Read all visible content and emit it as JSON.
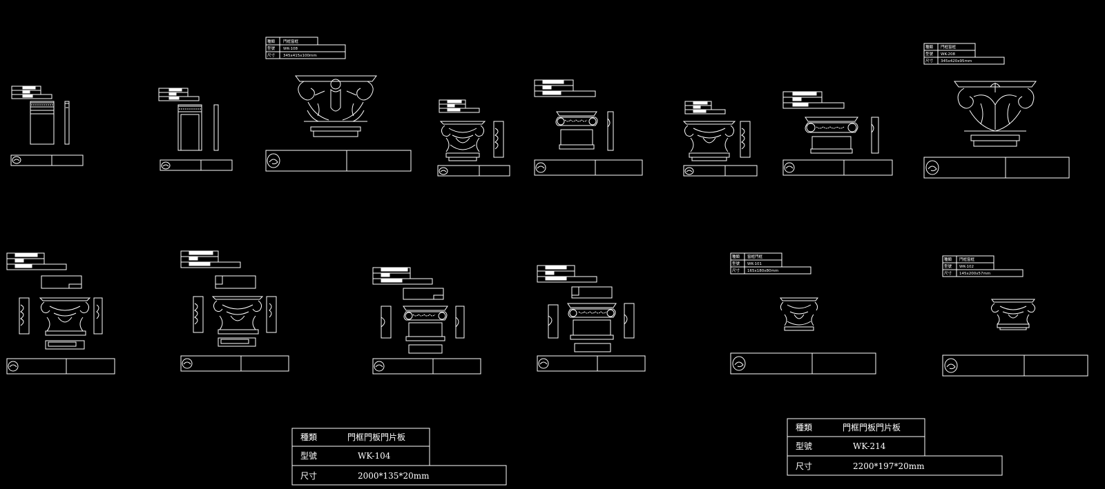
{
  "drawing": {
    "background": "#000000",
    "line_color": "#ffffff",
    "spec_tables_small": [
      {
        "id": "wk108",
        "row1_label": "種類",
        "row1_value": "門框窗框",
        "row2_label": "型號",
        "row2_value": "WK-108",
        "row3_label": "尺寸",
        "row3_value": "345x415x100mm"
      },
      {
        "id": "wk208",
        "row1_label": "種類",
        "row1_value": "門框窗框",
        "row2_label": "型號",
        "row2_value": "WK-208",
        "row3_label": "尺寸",
        "row3_value": "345x420x95mm"
      },
      {
        "id": "wk101",
        "row1_label": "種類",
        "row1_value": "窗框門框",
        "row2_label": "型號",
        "row2_value": "WK-101",
        "row3_label": "尺寸",
        "row3_value": "165x180x80mm"
      },
      {
        "id": "wk102",
        "row1_label": "種類",
        "row1_value": "門框窗框",
        "row2_label": "型號",
        "row2_value": "WK-102",
        "row3_label": "尺寸",
        "row3_value": "145x200x57mm"
      }
    ],
    "spec_tables_large": [
      {
        "id": "wk104",
        "row1_label": "種類",
        "row1_value": "門框門板門片板",
        "row2_label": "型號",
        "row2_value": "WK-104",
        "row3_label": "尺寸",
        "row3_value": "2000*135*20mm"
      },
      {
        "id": "wk214",
        "row1_label": "種類",
        "row1_value": "門框門板門片板",
        "row2_label": "型號",
        "row2_value": "WK-214",
        "row3_label": "尺寸",
        "row3_value": "2200*197*20mm"
      }
    ]
  }
}
